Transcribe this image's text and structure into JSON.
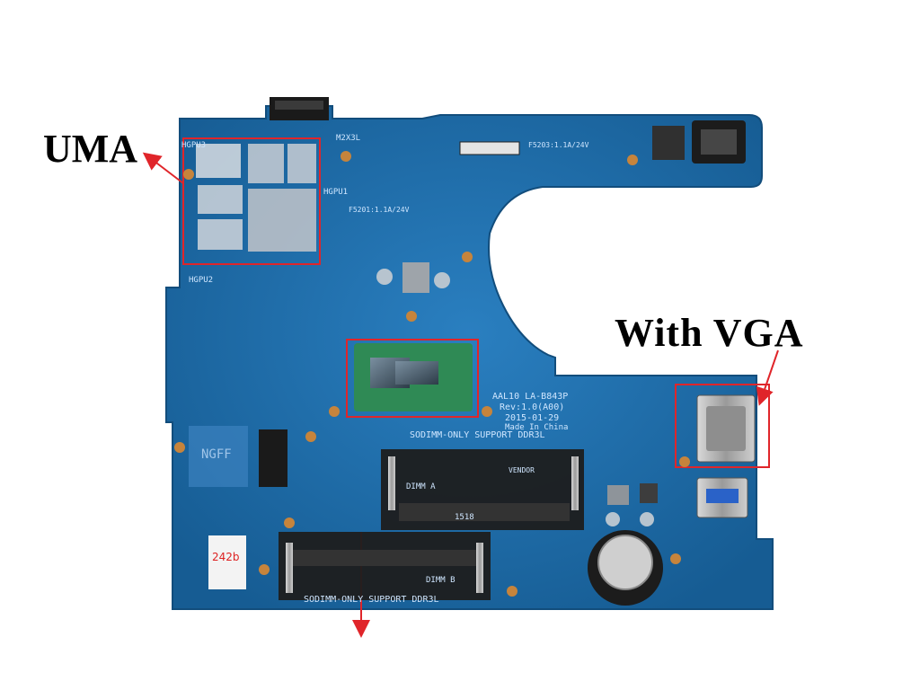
{
  "annotations": {
    "uma": "UMA",
    "vga": "With  VGA"
  },
  "board": {
    "model_line1": "AAL10  LA-B843P",
    "model_line2": "Rev:1.0(A00)",
    "model_line3": "2015-01-29",
    "model_line4": "Made In China",
    "sodimm_top": "SODIMM-ONLY SUPPORT DDR3L",
    "sodimm_bottom": "SODIMM-ONLY SUPPORT DDR3L",
    "dimm_a": "DIMM A",
    "dimm_b": "DIMM B",
    "ngff": "NGFF",
    "hgpu3": "HGPU3",
    "hgpu2": "HGPU2",
    "hgpu1": "HGPU1",
    "m2x3l": "M2X3L",
    "fuse_right": "F5203:1.1A/24V",
    "fuse_mid": "F5201:1.1A/24V",
    "vendor": "VENDOR",
    "slot_code": "1518",
    "sticker": "242b"
  },
  "colors": {
    "pcb": "#1f6fae",
    "annotation_red": "#e0252a",
    "text": "#000000"
  }
}
